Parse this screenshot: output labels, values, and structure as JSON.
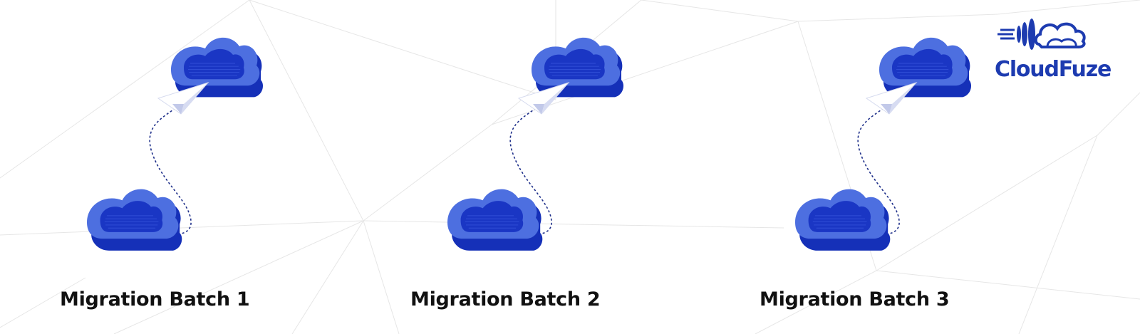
{
  "brand": {
    "name": "CloudFuze",
    "color": "#1d3bb0"
  },
  "batches": [
    {
      "label": "Migration Batch 1"
    },
    {
      "label": "Migration Batch 2"
    },
    {
      "label": "Migration Batch 3"
    }
  ],
  "colors": {
    "cloud_light": "#4d6fe0",
    "cloud_mid": "#2e4fd6",
    "cloud_dark": "#1530b8",
    "dashed_path": "#1e2f8a",
    "background_lines": "#e6e6e6"
  },
  "icons": [
    "cloud-icon",
    "paper-plane-icon",
    "dashed-flight-path"
  ]
}
